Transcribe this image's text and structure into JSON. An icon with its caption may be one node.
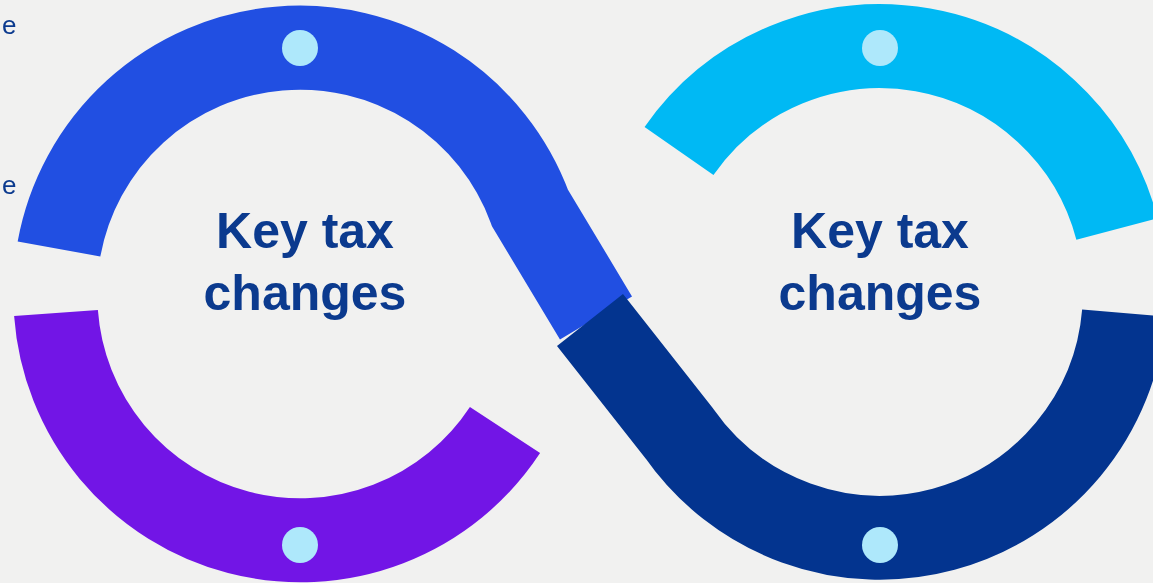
{
  "diagram": {
    "nodes": [
      {
        "text": [
          "Key tax changes"
        ]
      },
      {
        "text": [
          "Key tax changes"
        ]
      }
    ],
    "labels": [
      "e",
      "e"
    ]
  }
}
